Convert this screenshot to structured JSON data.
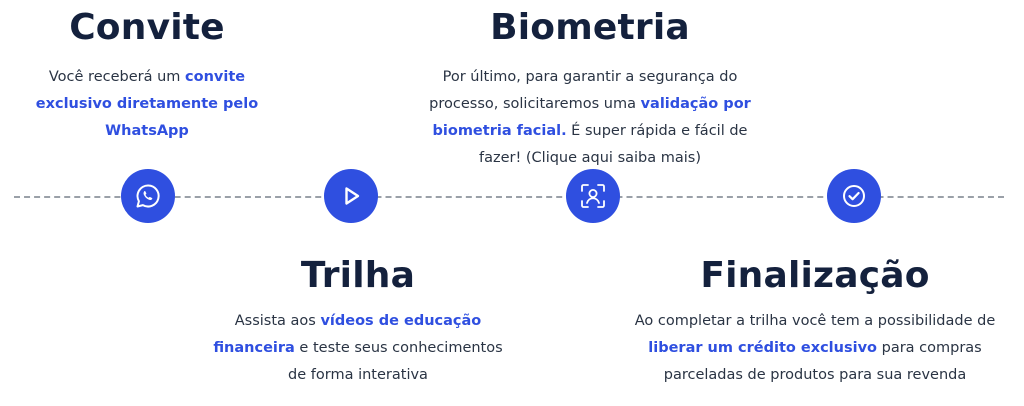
{
  "colors": {
    "accent": "#2f4fe0",
    "heading": "#14213d",
    "body_text": "#2a3444",
    "timeline": "#9aa0a8"
  },
  "steps": [
    {
      "title": "Convite",
      "icon": "whatsapp-icon",
      "desc": [
        {
          "text": "Você receberá um ",
          "hl": false
        },
        {
          "text": "convite exclusivo diretamente pelo WhatsApp",
          "hl": true
        }
      ]
    },
    {
      "title": "Trilha",
      "icon": "play-icon",
      "desc": [
        {
          "text": "Assista aos ",
          "hl": false
        },
        {
          "text": "vídeos de educação financeira",
          "hl": true
        },
        {
          "text": " e teste seus conhecimentos de forma interativa",
          "hl": false
        }
      ]
    },
    {
      "title": "Biometria",
      "icon": "face-scan-icon",
      "desc": [
        {
          "text": "Por último, para garantir a segurança do processo, solicitaremos uma ",
          "hl": false
        },
        {
          "text": "validação por biometria facial.",
          "hl": true
        },
        {
          "text": " É super rápida e fácil de fazer! (Clique aqui saiba mais)",
          "hl": false
        }
      ]
    },
    {
      "title": "Finalização",
      "icon": "check-circle-icon",
      "desc": [
        {
          "text": "Ao completar a trilha você tem a possibilidade de ",
          "hl": false
        },
        {
          "text": "liberar um crédito exclusivo",
          "hl": true
        },
        {
          "text": " para compras parceladas de produtos para sua revenda",
          "hl": false
        }
      ]
    }
  ]
}
